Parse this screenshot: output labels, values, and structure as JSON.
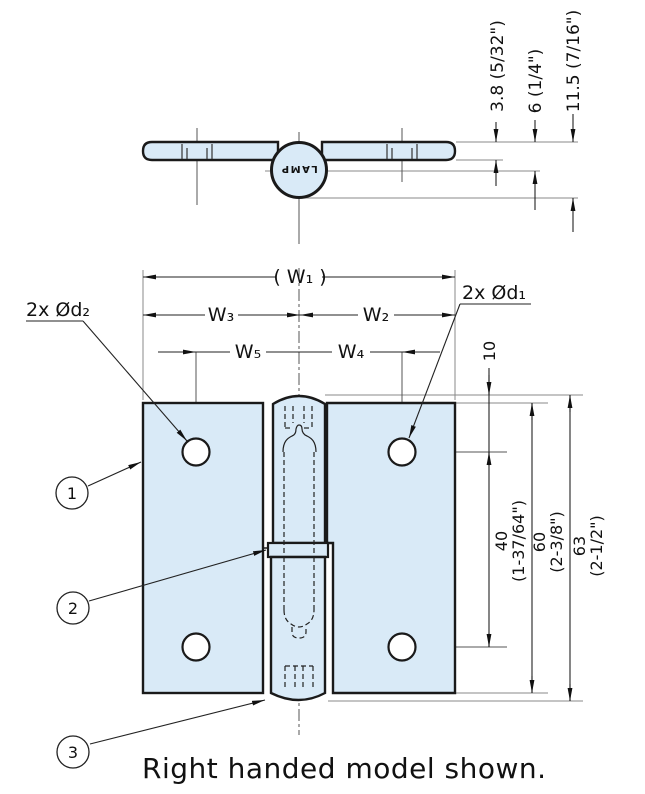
{
  "colors": {
    "leaf_fill": "#d9eaf7",
    "outline": "#1a1a1a",
    "dim_line": "#222222",
    "ext_line": "#888888",
    "center_line": "#555555"
  },
  "top_view": {
    "logo": "LAMP",
    "dims": {
      "thickness": "3.8 (5/32\")",
      "pin_center": "6 (1/4\")",
      "overall": "11.5 (7/16\")"
    }
  },
  "front_view": {
    "dims": {
      "w1": "( W₁ )",
      "w3": "W₃",
      "w2": "W₂",
      "w5": "W₅",
      "w4": "W₄",
      "d2_label": "2x Ød₂",
      "d1_label": "2x Ød₁",
      "edge_to_hole": "10",
      "hole_pitch": "40",
      "hole_pitch_in": "(1-37/64\")",
      "leaf_height": "60",
      "leaf_height_in": "(2-3/8\")",
      "overall_height": "63",
      "overall_height_in": "(2-1/2\")"
    }
  },
  "callouts": {
    "c1": "1",
    "c2": "2",
    "c3": "3"
  },
  "caption": "Right handed model shown."
}
